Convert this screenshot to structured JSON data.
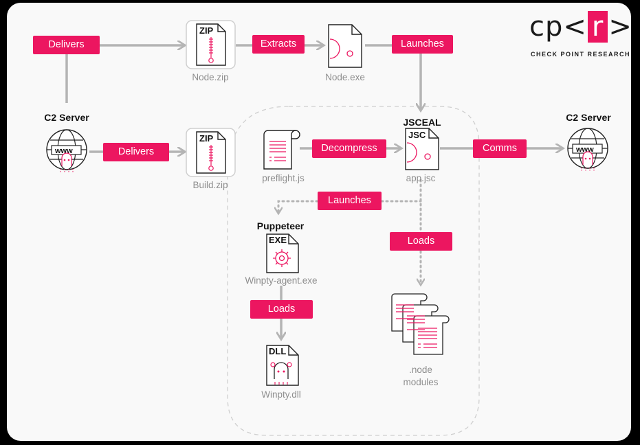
{
  "brand": {
    "logo_prefix": "cp<",
    "logo_mark": "r",
    "logo_suffix": ">",
    "tagline": "CHECK POINT RESEARCH",
    "accent": "#ec1660"
  },
  "labels": {
    "delivers_top": "Delivers",
    "extracts": "Extracts",
    "launches_top": "Launches",
    "delivers_mid": "Delivers",
    "decompress": "Decompress",
    "comms": "Comms",
    "launches_mid": "Launches",
    "loads_left": "Loads",
    "loads_right": "Loads"
  },
  "titles": {
    "c2_left": "C2 Server",
    "c2_right": "C2 Server",
    "jsceal": "JSCEAL",
    "puppeteer": "Puppeteer"
  },
  "captions": {
    "node_zip": "Node.zip",
    "node_exe": "Node.exe",
    "build_zip": "Build.zip",
    "preflight": "preflight.js",
    "app_jsc": "app.jsc",
    "winpty_agent": "Winpty-agent.exe",
    "winpty_dll": "Winpty.dll",
    "node_modules_1": ".node",
    "node_modules_2": "modules"
  },
  "file_tags": {
    "zip": "ZIP",
    "jsc": "JSC",
    "exe": "EXE",
    "dll": "DLL",
    "www": "www"
  },
  "icons": [
    "zip-archive-icon",
    "executable-file-icon",
    "globe-server-icon",
    "script-scroll-icon",
    "jsc-file-icon",
    "exe-gear-icon",
    "dll-file-icon",
    "node-modules-stack-icon"
  ]
}
